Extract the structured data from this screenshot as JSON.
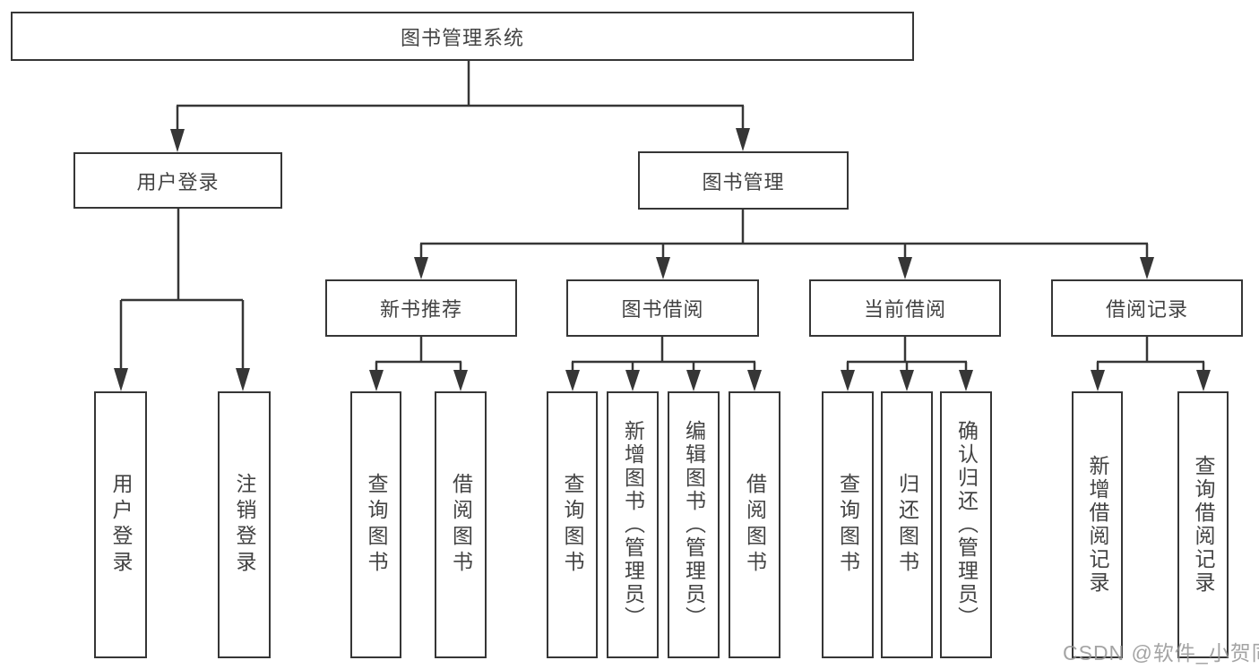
{
  "diagram_title": "图书管理系统",
  "colors": {
    "line": "#363636",
    "text": "#434343",
    "background": "#ffffff",
    "watermark": "#949494"
  },
  "tree": {
    "root": {
      "label": "图书管理系统"
    },
    "level2": [
      {
        "id": "user-login",
        "label": "用户登录"
      },
      {
        "id": "book-management",
        "label": "图书管理"
      }
    ],
    "level3": [
      {
        "id": "new-book-recommend",
        "label": "新书推荐",
        "parent": "图书管理"
      },
      {
        "id": "book-borrow",
        "label": "图书借阅",
        "parent": "图书管理"
      },
      {
        "id": "current-borrow",
        "label": "当前借阅",
        "parent": "图书管理"
      },
      {
        "id": "borrow-record",
        "label": "借阅记录",
        "parent": "图书管理"
      }
    ],
    "leaves": [
      {
        "parent": "用户登录",
        "label": "用户登录"
      },
      {
        "parent": "用户登录",
        "label": "注销登录"
      },
      {
        "parent": "新书推荐",
        "label": "查询图书"
      },
      {
        "parent": "新书推荐",
        "label": "借阅图书"
      },
      {
        "parent": "图书借阅",
        "label": "查询图书"
      },
      {
        "parent": "图书借阅",
        "label": "新增图书（管理员）"
      },
      {
        "parent": "图书借阅",
        "label": "编辑图书（管理员）"
      },
      {
        "parent": "图书借阅",
        "label": "借阅图书"
      },
      {
        "parent": "当前借阅",
        "label": "查询图书"
      },
      {
        "parent": "当前借阅",
        "label": "归还图书"
      },
      {
        "parent": "当前借阅",
        "label": "确认归还（管理员）"
      },
      {
        "parent": "借阅记录",
        "label": "新增借阅记录"
      },
      {
        "parent": "借阅记录",
        "label": "查询借阅记录"
      }
    ]
  },
  "watermark": {
    "text": "CSDN @软件_小贺同学"
  }
}
